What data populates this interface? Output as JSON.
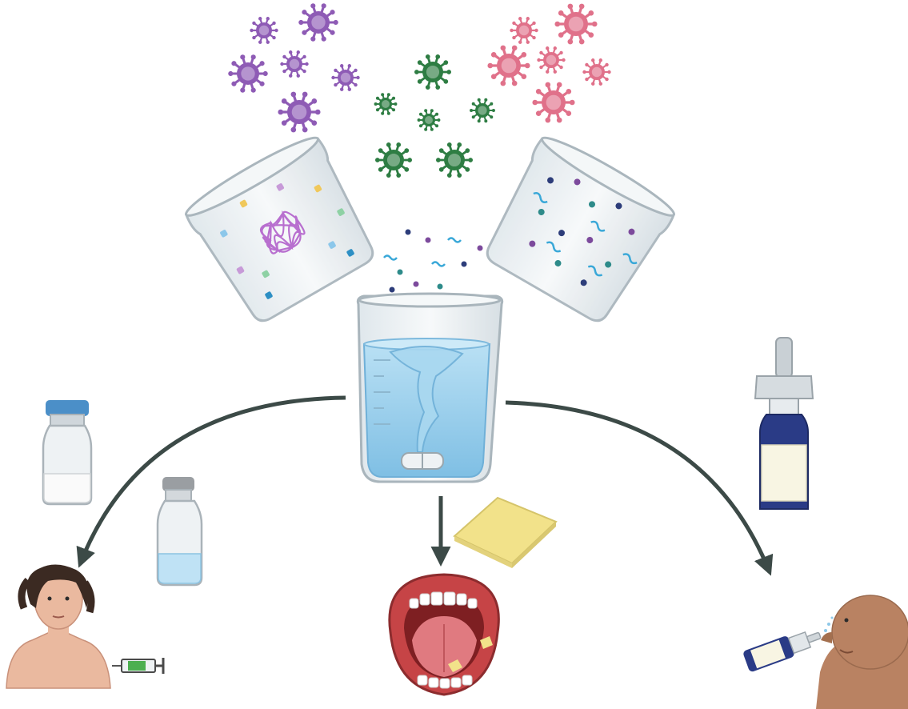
{
  "colors": {
    "arrow": "#3c4a47",
    "virus_purple": "#8e5bb5",
    "virus_green": "#2e7d43",
    "virus_pink": "#e0718a",
    "water": "#8fc8e8",
    "glass": "#e9eef1",
    "vial_cap_blue": "#4b8fc8",
    "vial_cap_gray": "#9a9ea2",
    "spray_body": "#2a3b86",
    "film": "#f2e28a",
    "skin_light": "#eab99f",
    "skin_dark": "#b98262",
    "mouth_red": "#c64446"
  },
  "figure": {
    "virus_groups": [
      "purple-virus-cluster",
      "green-virus-cluster",
      "pink-virus-cluster"
    ],
    "center": "mixing-beaker-with-vortex",
    "routes": [
      {
        "name": "injection",
        "items": [
          "vial-powder",
          "vial-liquid",
          "syringe-icon",
          "patient-female"
        ]
      },
      {
        "name": "oral",
        "items": [
          "oral-film",
          "open-mouth"
        ]
      },
      {
        "name": "intranasal",
        "items": [
          "nasal-spray-bottle",
          "patient-nasal-spray"
        ]
      }
    ]
  }
}
